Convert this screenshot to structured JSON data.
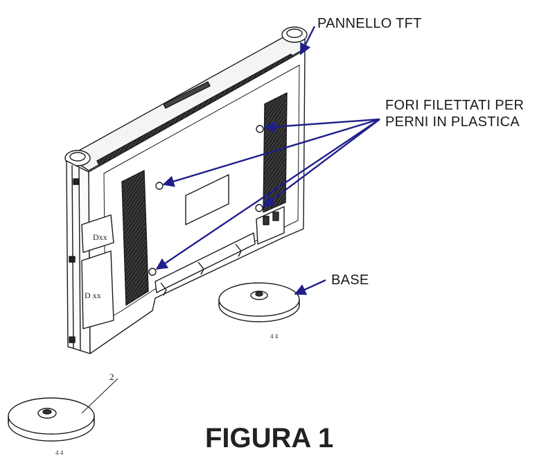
{
  "labels": {
    "panel": "PANNELLO TFT",
    "holes_line1": "FORI FILETTATI PER",
    "holes_line2": "PERNI IN PLASTICA",
    "base": "BASE",
    "part_number": "2"
  },
  "figure_title": "FIGURA 1",
  "colors": {
    "arrow": "#1f1f8a",
    "line": "#1a1a1a",
    "grille": "#2a2a2a",
    "background": "#ffffff"
  }
}
